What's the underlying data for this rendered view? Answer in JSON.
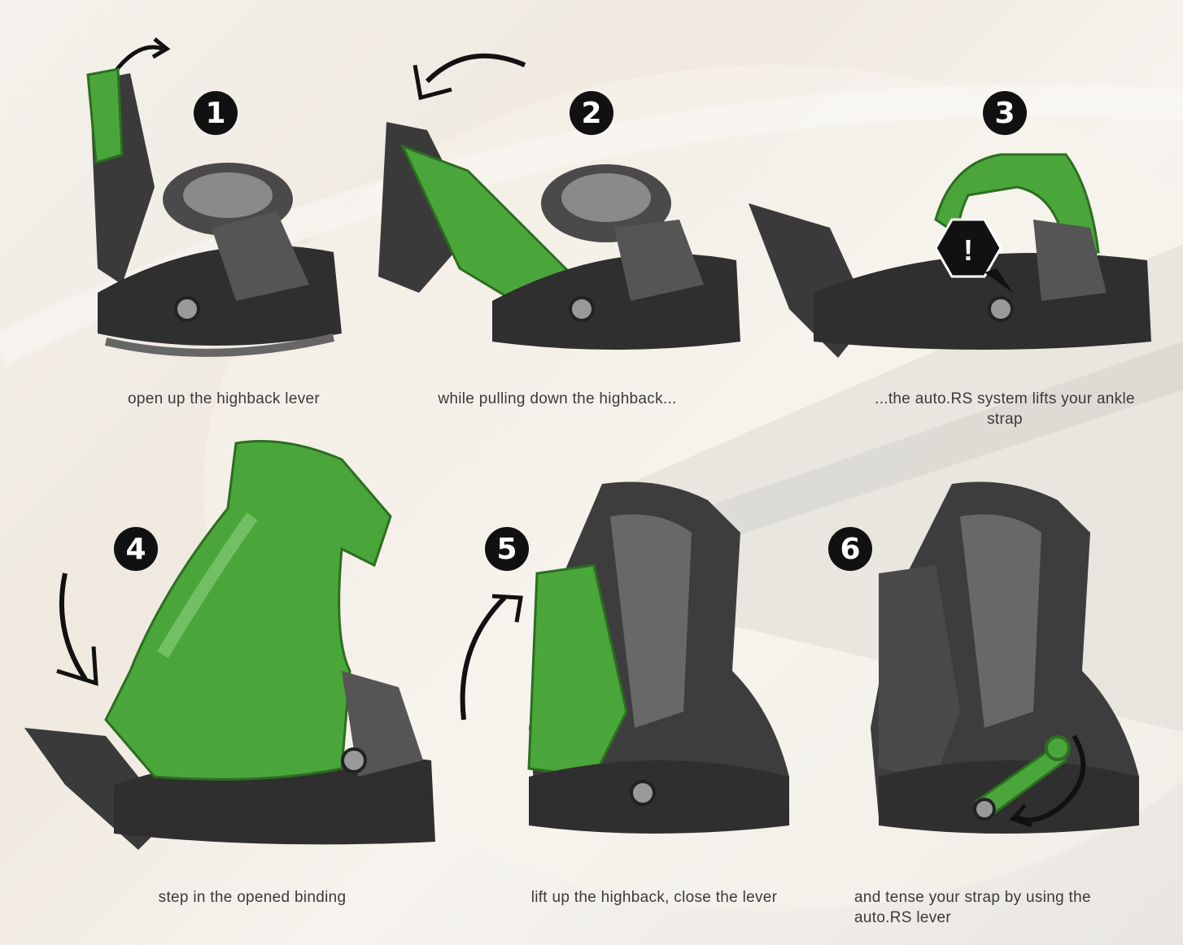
{
  "colors": {
    "accent_green": "#4aa63a",
    "dark": "#2b2b2b",
    "badge": "#111111"
  },
  "steps": [
    {
      "number": "1",
      "caption": "open up the highback lever",
      "icon": "binding-lever-open-icon"
    },
    {
      "number": "2",
      "caption": "while pulling down the highback...",
      "icon": "binding-highback-down-icon"
    },
    {
      "number": "3",
      "caption": "...the auto.RS system lifts your ankle strap",
      "icon": "binding-strap-lift-icon"
    },
    {
      "number": "4",
      "caption": "step in the opened binding",
      "icon": "boot-step-in-icon"
    },
    {
      "number": "5",
      "caption": "lift up the highback, close the lever",
      "icon": "highback-lift-icon"
    },
    {
      "number": "6",
      "caption": "and tense your strap by using the auto.RS lever",
      "icon": "strap-tension-icon"
    }
  ],
  "warning_mark": "!"
}
